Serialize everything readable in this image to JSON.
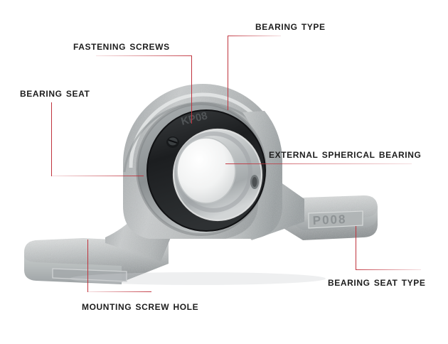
{
  "image": {
    "subject": "pillow block bearing",
    "background_color": "#ffffff",
    "leader_line_color": "#c0323c",
    "label_text_color": "#1d1d1d",
    "housing_color": "#b9bcbd",
    "housing_highlight": "#e6e8e8",
    "housing_shadow": "#8e9294",
    "bearing_dark_ring": "#26282a",
    "bore_color": "#fdfdfd"
  },
  "cast_marking": {
    "base_text": "P008"
  },
  "callouts": [
    {
      "id": "fastening-screws",
      "label": "Fastening screws"
    },
    {
      "id": "bearing-type",
      "label": "Bearing type"
    },
    {
      "id": "bearing-seat",
      "label": "Bearing seat"
    },
    {
      "id": "external-spherical-bearing",
      "label": "External Spherical Bearing"
    },
    {
      "id": "mounting-screw-hole",
      "label": "Mounting screw hole"
    },
    {
      "id": "bearing-seat-type",
      "label": "Bearing seat type"
    }
  ]
}
